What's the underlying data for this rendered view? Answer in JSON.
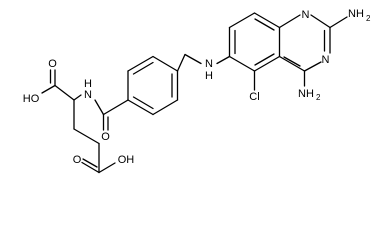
{
  "molecule": {
    "labels": {
      "n_ring_top": "N",
      "n_ring_mid": "N",
      "nh2_top_main": "NH",
      "nh2_top_sub": "2",
      "nh2_bottom_main": "NH",
      "nh2_bottom_sub": "2",
      "cl": "Cl",
      "nh_amine_n": "N",
      "nh_amine_h": "H",
      "nh_amide_n": "N",
      "nh_amide_h": "H",
      "amide_o": "O",
      "acid1_o": "O",
      "acid1_ho": "HO",
      "acid2_o": "O",
      "acid2_oh": "OH"
    }
  }
}
